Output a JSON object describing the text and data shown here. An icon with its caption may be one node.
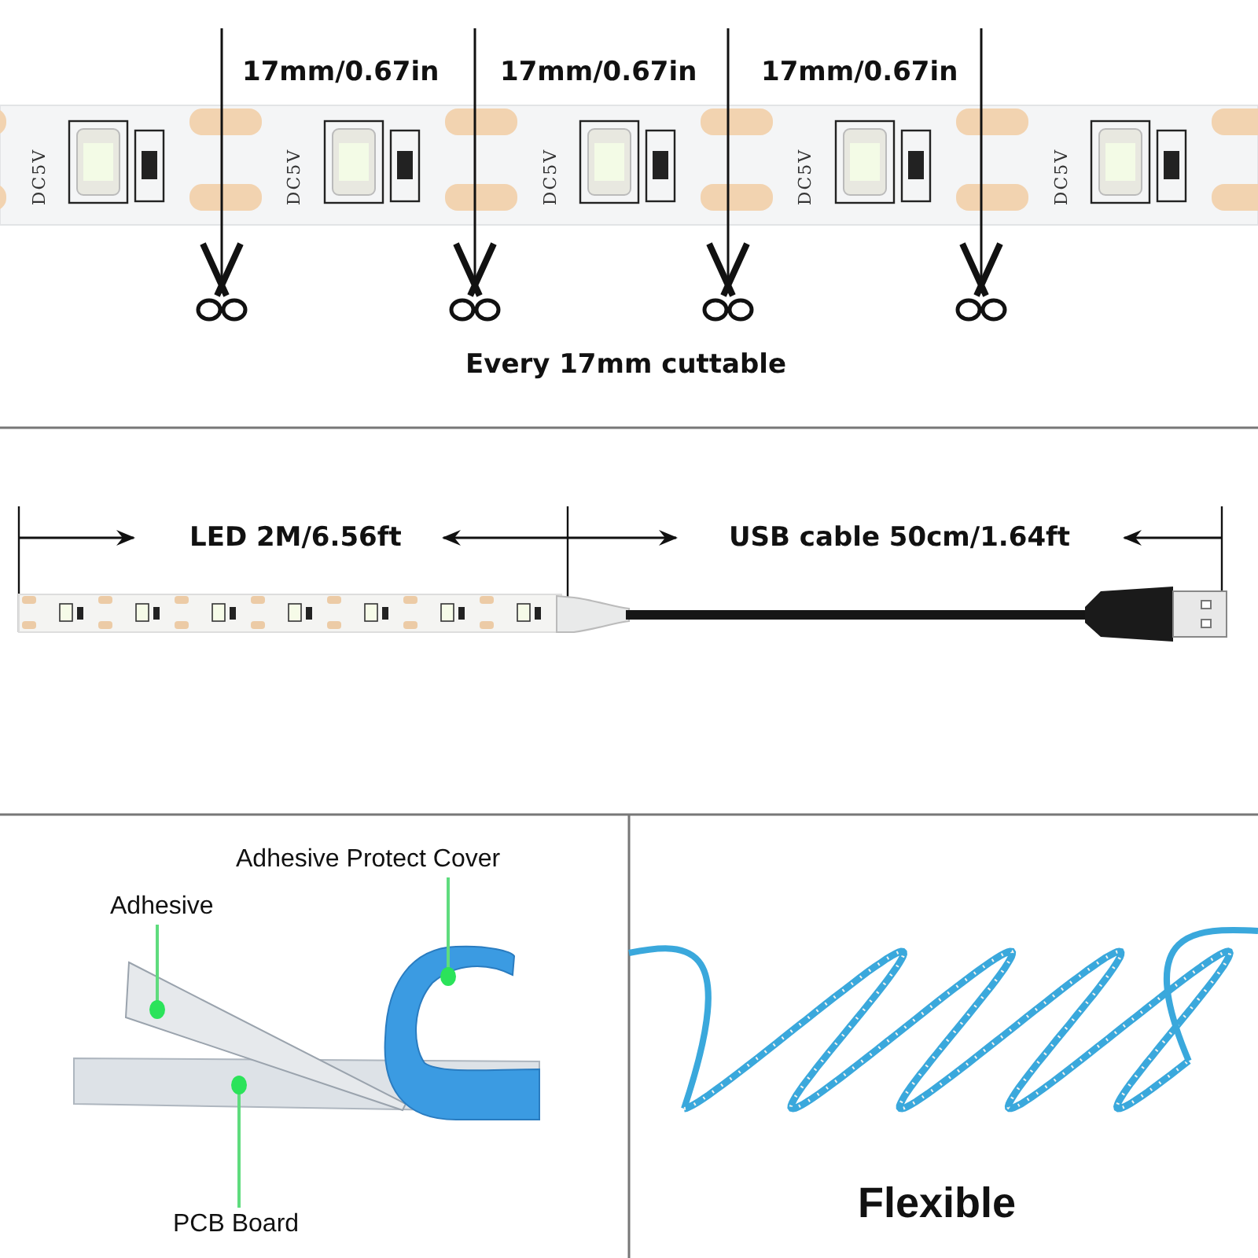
{
  "diagram": {
    "nodes": [
      {
        "text": [
          "Adhesive Protect Cover"
        ]
      },
      {
        "text": [
          "Adhesive"
        ]
      },
      {
        "text": [],
        "shape": "picture"
      },
      {
        "text": [],
        "shape": "picture"
      },
      {
        "text": [
          "PCB Board"
        ]
      },
      {
        "text": [],
        "shape": "picture"
      }
    ],
    "edges": [
      {
        "from": 0,
        "to": 2,
        "arrow": "other"
      },
      {
        "from": 1,
        "to": 3,
        "arrow": "other"
      },
      {
        "from": 4,
        "to": 5,
        "arrow": "other"
      }
    ],
    "labels": [
      "17mm/0.67in",
      "17mm/0.67in",
      "17mm/0.67in",
      "DC5V",
      "DC5V",
      "DC5V",
      "DC5V",
      "DC5V",
      "Every 17mm cuttable",
      "LED 2M/6.56ft",
      "USB cable 50cm/1.64ft",
      "Flexible"
    ]
  }
}
